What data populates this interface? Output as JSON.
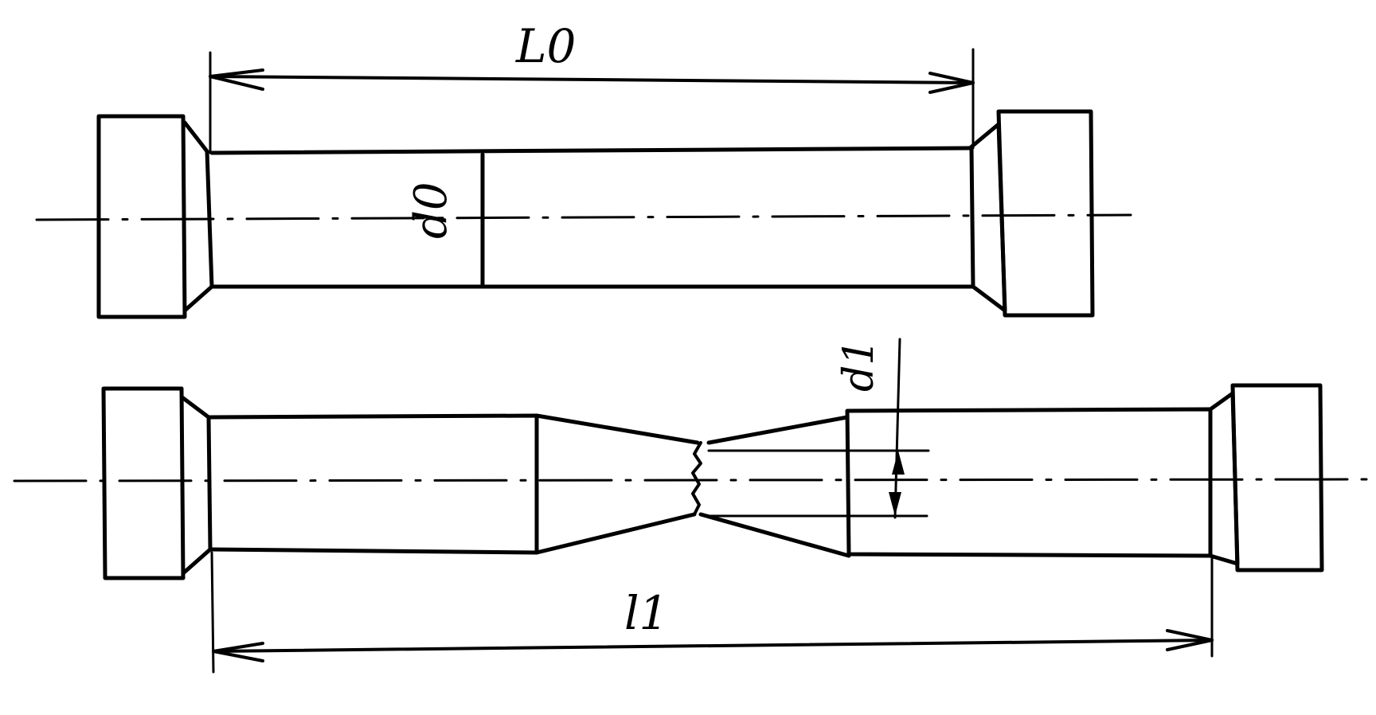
{
  "labels": {
    "original_length": "L0",
    "original_diameter": "d0",
    "final_diameter": "d1",
    "final_length": "l1"
  }
}
